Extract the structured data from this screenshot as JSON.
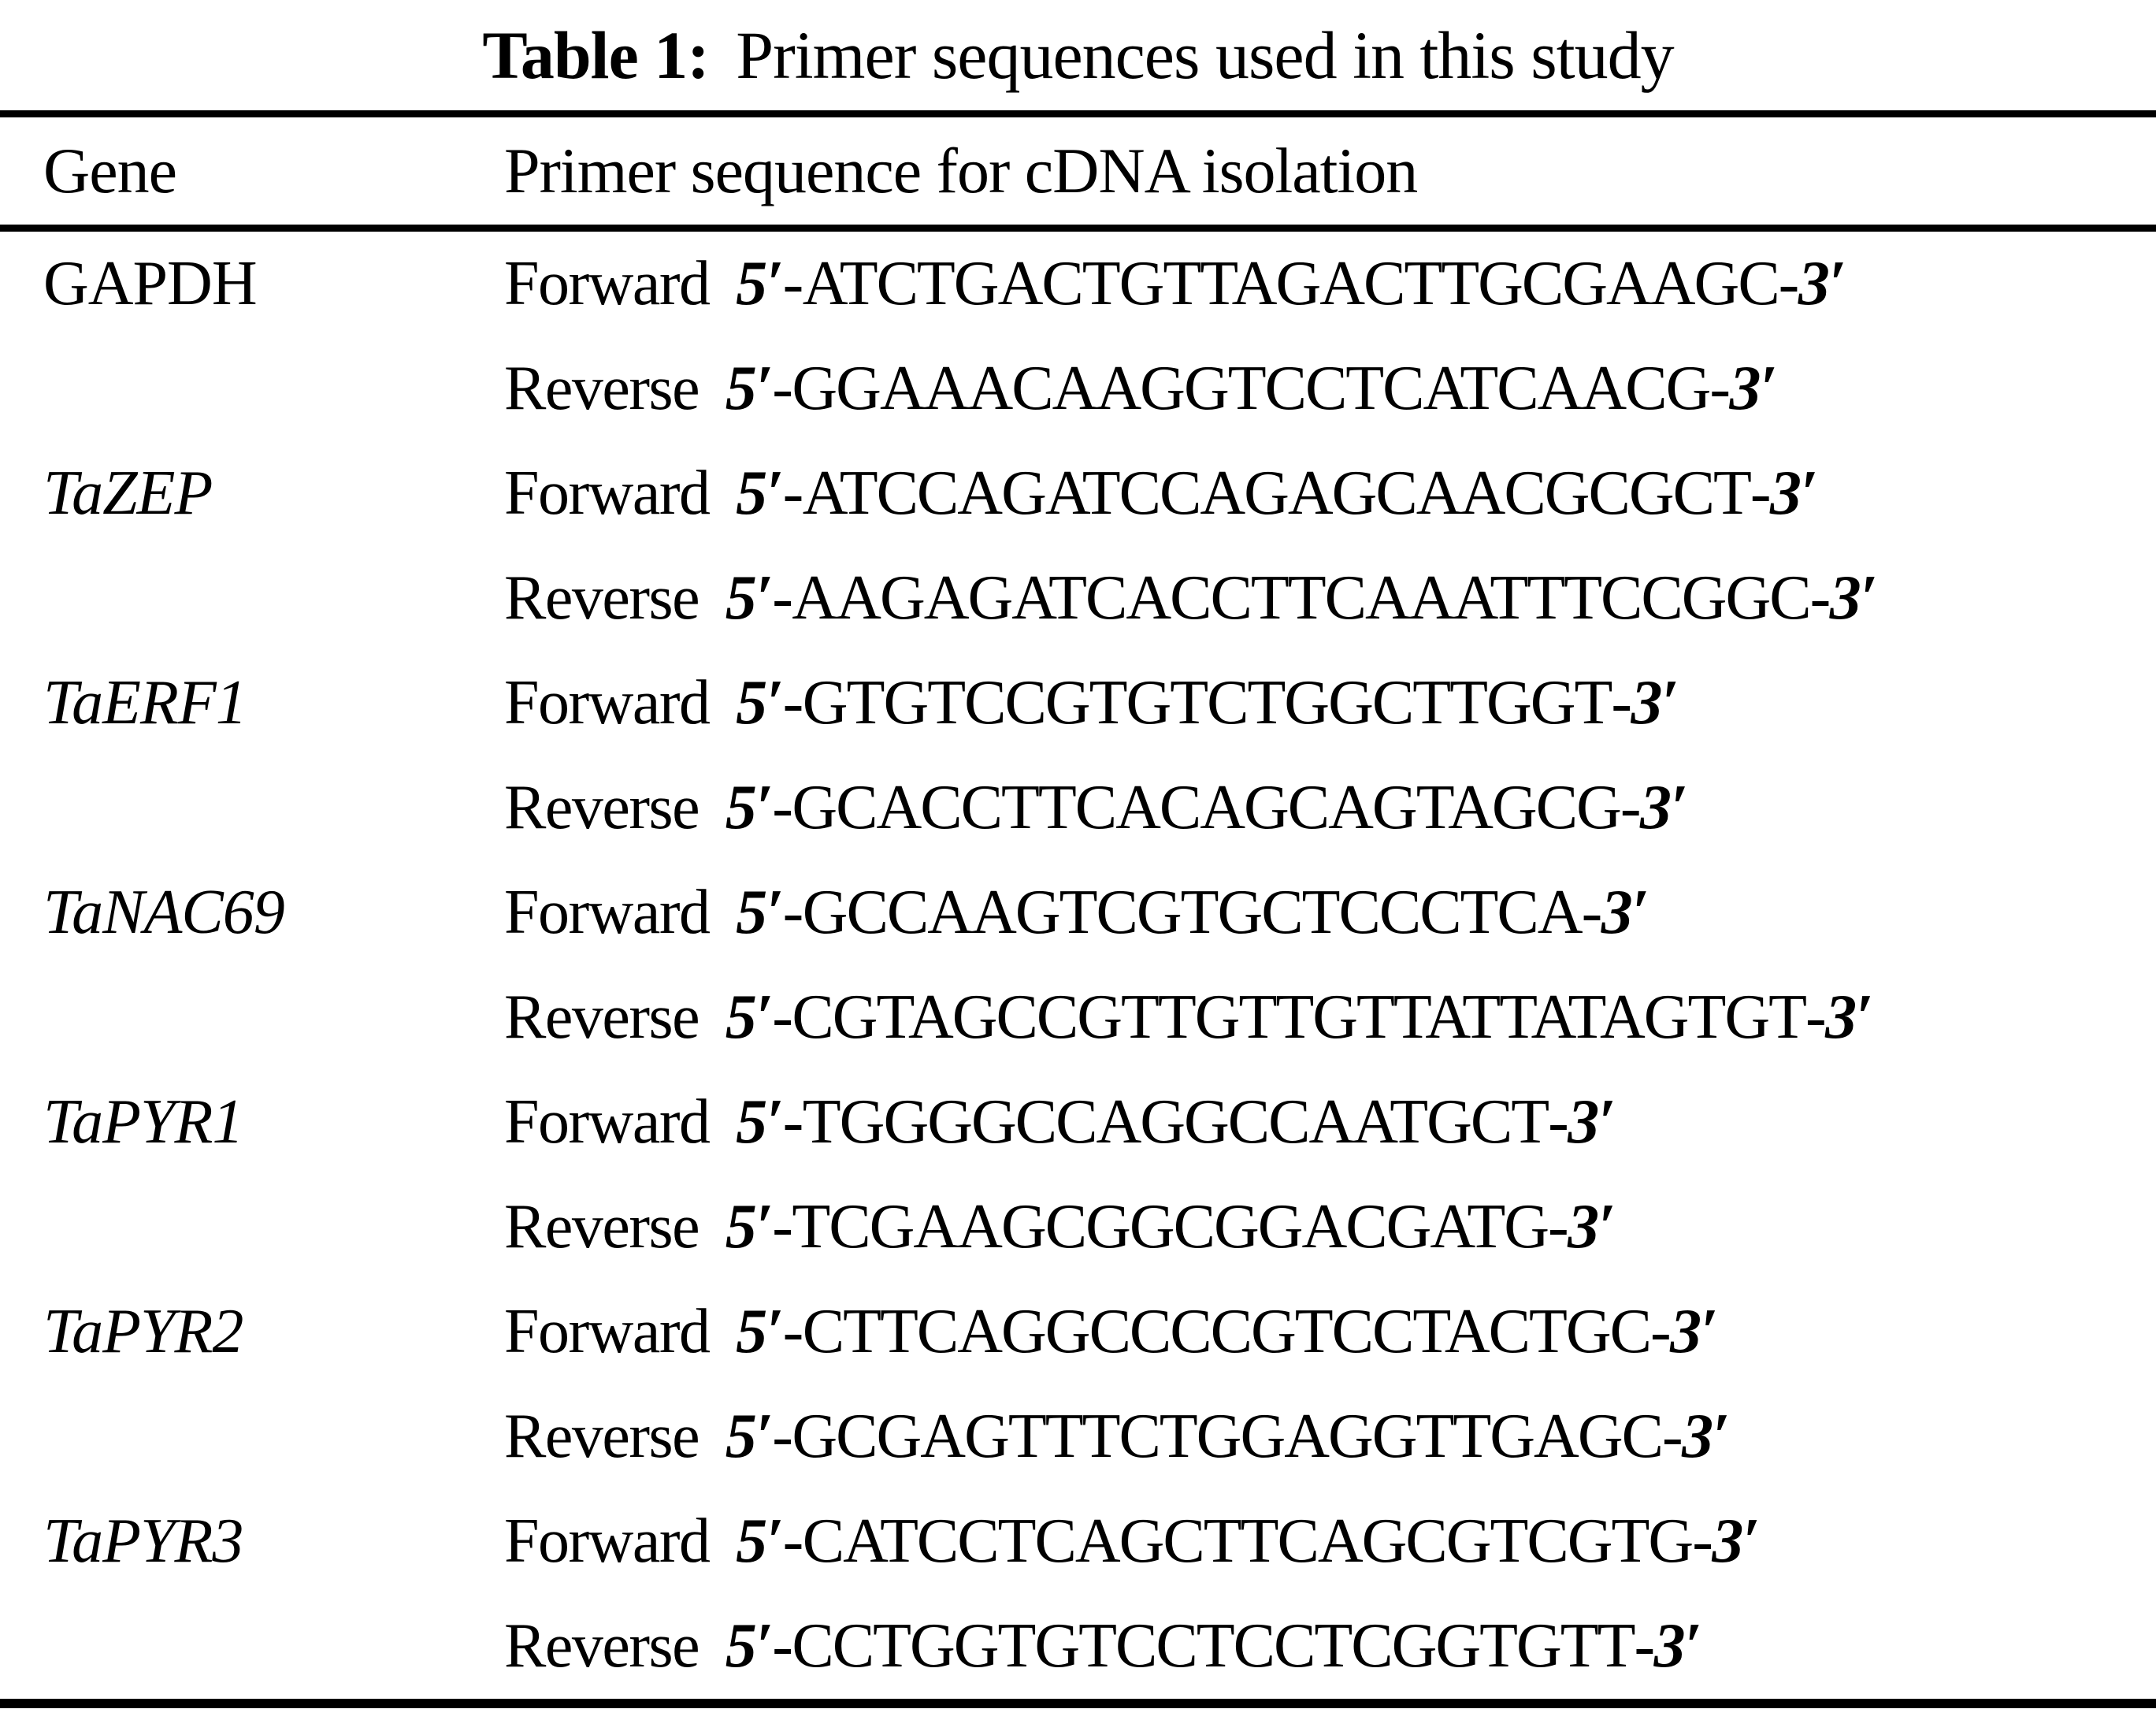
{
  "title": {
    "label": "Table 1:",
    "text": "Primer sequences used in this study"
  },
  "header": {
    "gene": "Gene",
    "primer": "Primer sequence for cDNA isolation"
  },
  "notation": {
    "five_prime": "5′",
    "three_prime": "3′",
    "dash": "-"
  },
  "colors": {
    "text": "#000000",
    "background": "#ffffff",
    "rule": "#000000"
  },
  "genes": [
    {
      "name": "GAPDH",
      "primers": [
        {
          "direction": "Forward",
          "sequence": "ATCTGACTGTTAGACTTGCGAAGC"
        },
        {
          "direction": "Reverse",
          "sequence": "GGAAACAAGGTCCTCATCAACG"
        }
      ]
    },
    {
      "name": "TaZEP",
      "primers": [
        {
          "direction": "Forward",
          "sequence": "ATCCAGATCCAGAGCAACGCGCT"
        },
        {
          "direction": "Reverse",
          "sequence": "AAGAGATCACCTTCAAATTTCCGGC"
        }
      ]
    },
    {
      "name": "TaERF1",
      "primers": [
        {
          "direction": "Forward",
          "sequence": "GTGTCCGTGTCTGGCTTGGT"
        },
        {
          "direction": "Reverse",
          "sequence": "GCACCTTCACAGCAGTAGCG"
        }
      ]
    },
    {
      "name": "TaNAC69",
      "primers": [
        {
          "direction": "Forward",
          "sequence": "GCCAAGTCGTGCTCCCTCA"
        },
        {
          "direction": "Reverse",
          "sequence": "CGTAGCCGTTGTTGTTATTATAGTGT"
        }
      ]
    },
    {
      "name": "TaPYR1",
      "primers": [
        {
          "direction": "Forward",
          "sequence": "TGGGGCCAGGCCAATGCT"
        },
        {
          "direction": "Reverse",
          "sequence": "TCGAAGCGGCGGACGATG"
        }
      ]
    },
    {
      "name": "TaPYR2",
      "primers": [
        {
          "direction": "Forward",
          "sequence": "CTTCAGGCCCCGTCCTACTGC"
        },
        {
          "direction": "Reverse",
          "sequence": "GCGAGTTTCTGGAGGTTGAGC"
        }
      ]
    },
    {
      "name": "TaPYR3",
      "primers": [
        {
          "direction": "Forward",
          "sequence": "CATCCTCAGCTTCAGCGTCGTG"
        },
        {
          "direction": "Reverse",
          "sequence": "CCTGGTGTCCTCCTCGGTGTT"
        }
      ]
    }
  ]
}
